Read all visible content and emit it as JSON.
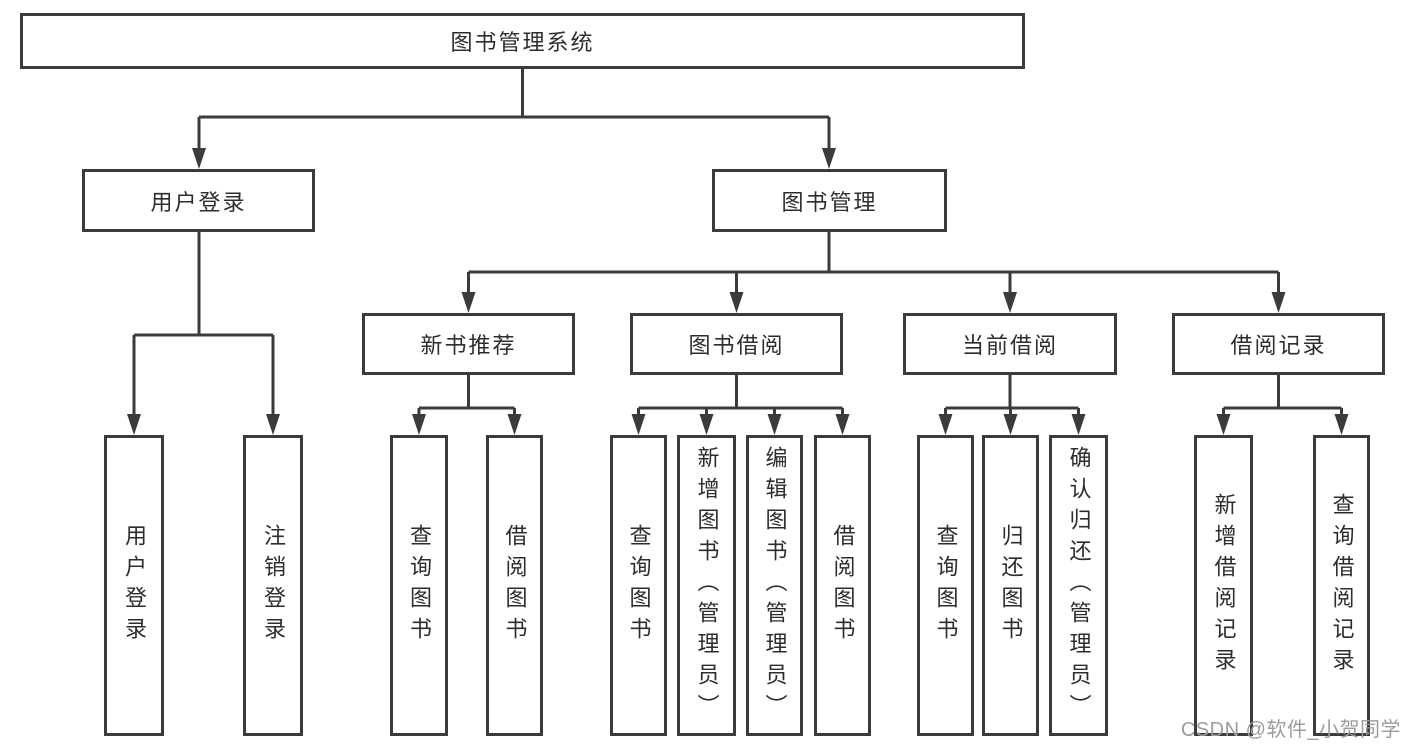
{
  "diagram": {
    "root": {
      "label": "图书管理系统"
    },
    "branches": [
      {
        "label": "用户登录",
        "children": [
          {
            "label": "用户登录"
          },
          {
            "label": "注销登录"
          }
        ]
      },
      {
        "label": "图书管理",
        "children": [
          {
            "label": "新书推荐",
            "children": [
              {
                "label": "查询图书"
              },
              {
                "label": "借阅图书"
              }
            ]
          },
          {
            "label": "图书借阅",
            "children": [
              {
                "label": "查询图书"
              },
              {
                "label": "新增图书（管理员）"
              },
              {
                "label": "编辑图书（管理员）"
              },
              {
                "label": "借阅图书"
              }
            ]
          },
          {
            "label": "当前借阅",
            "children": [
              {
                "label": "查询图书"
              },
              {
                "label": "归还图书"
              },
              {
                "label": "确认归还（管理员）"
              }
            ]
          },
          {
            "label": "借阅记录",
            "children": [
              {
                "label": "新增借阅记录"
              },
              {
                "label": "查询借阅记录"
              }
            ]
          }
        ]
      }
    ]
  },
  "watermark": {
    "text": "CSDN @软件_小贺同学"
  },
  "colors": {
    "line": "#3b3b3b",
    "border": "#3b3b3b",
    "text": "#2d2d2d",
    "background": "#ffffff",
    "watermark": "#9c9c9c"
  }
}
